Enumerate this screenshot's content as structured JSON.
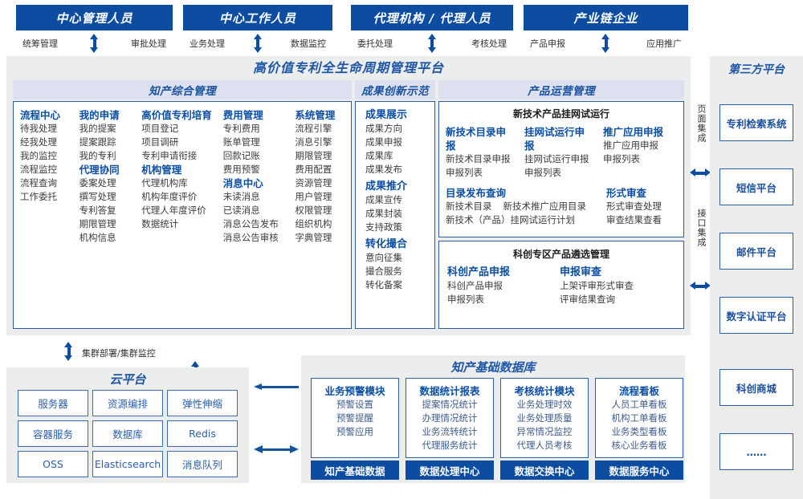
{
  "top_roles": [
    {
      "title": "中心管理人员",
      "left_label": "统筹管理",
      "right_label": "审批处理"
    },
    {
      "title": "中心工作人员",
      "left_label": "业务处理",
      "right_label": "数据监控"
    },
    {
      "title": "代理机构 / 代理人员",
      "left_label": "委托处理",
      "right_label": "考核处理"
    },
    {
      "title": "产业链企业",
      "left_label": "产品申报",
      "right_label": "应用推广"
    }
  ],
  "platform": {
    "title": "高价值专利全生命周期管理平台",
    "sections": {
      "ip_mgmt": {
        "band": "知产综合管理",
        "columns": [
          {
            "groups": [
              {
                "title": "流程中心",
                "items": [
                  "待我处理",
                  "经我处理",
                  "我的监控",
                  "流程监控",
                  "流程查询",
                  "工作委托"
                ]
              }
            ]
          },
          {
            "groups": [
              {
                "title": "我的申请",
                "items": [
                  "我的提案",
                  "提案跟踪",
                  "我的专利"
                ]
              },
              {
                "title": "代理协同",
                "items": [
                  "委案处理",
                  "撰写处理",
                  "专利答复",
                  "期限管理",
                  "机构信息"
                ]
              }
            ]
          },
          {
            "groups": [
              {
                "title": "高价值专利培育",
                "items": [
                  "项目登记",
                  "项目调研",
                  "专利申请衔接"
                ]
              },
              {
                "title": "机构管理",
                "items": [
                  "代理机构库",
                  "机构年度评价",
                  "代理人年度评价",
                  "数据统计"
                ]
              }
            ]
          },
          {
            "groups": [
              {
                "title": "费用管理",
                "items": [
                  "专利费用",
                  "账单管理",
                  "回款记账",
                  "费用预警"
                ]
              },
              {
                "title": "消息中心",
                "items": [
                  "未读消息",
                  "已读消息",
                  "消息公告发布",
                  "消息公告审核"
                ]
              }
            ]
          },
          {
            "groups": [
              {
                "title": "系统管理",
                "items": [
                  "流程引擎",
                  "消息引擎",
                  "期限管理",
                  "费用配置",
                  "资源管理",
                  "用户管理",
                  "权限管理",
                  "组织机构",
                  "字典管理"
                ]
              }
            ]
          }
        ]
      },
      "achievement": {
        "band": "成果创新示范",
        "groups": [
          {
            "title": "成果展示",
            "items": [
              "成果方向",
              "成果申报",
              "成果库",
              "成果发布"
            ]
          },
          {
            "title": "成果推介",
            "items": [
              "成果宣传",
              "成果封装",
              "支持政策"
            ]
          },
          {
            "title": "转化撮合",
            "items": [
              "意向征集",
              "撮合服务",
              "转化备案"
            ]
          }
        ]
      },
      "product_ops": {
        "band": "产品运营管理",
        "panel_a": {
          "header": "新技术产品挂网试运行",
          "row1": [
            {
              "title": "新技术目录申报",
              "items": [
                "新技术目录申报",
                "申报列表"
              ]
            },
            {
              "title": "挂网试运行申报",
              "items": [
                "挂网试运行申报",
                "申报列表"
              ]
            },
            {
              "title": "推广应用申报",
              "items": [
                "推广应用申报",
                "申报列表"
              ]
            }
          ],
          "row2_left": {
            "title": "目录发布查询",
            "items": [
              "新技术目录",
              "新技术推广应用目录",
              "新技术（产品）挂网试运行计划"
            ]
          },
          "row2_right": {
            "title": "形式审查",
            "items": [
              "形式审查处理",
              "审查结果查看"
            ]
          }
        },
        "panel_b": {
          "header": "科创专区产品遴选管理",
          "columns": [
            {
              "title": "科创产品申报",
              "items": [
                "科创产品申报",
                "申报列表"
              ]
            },
            {
              "title": "申报审查",
              "items": [
                "上架评审形式审查",
                "评审结果查询"
              ]
            }
          ]
        }
      }
    }
  },
  "integration": {
    "page_integration": "页面集成",
    "api_integration": "接口集成"
  },
  "third_party": {
    "title": "第三方平台",
    "items": [
      "专利检索系统",
      "短信平台",
      "邮件平台",
      "数字认证平台",
      "科创商城",
      "……"
    ]
  },
  "cluster_label": "集群部署/集群监控",
  "cloud": {
    "title": "云平台",
    "cells": [
      "服务器",
      "资源编排",
      "弹性伸缩",
      "容器服务",
      "数据库",
      "Redis",
      "OSS",
      "Elasticsearch",
      "消息队列"
    ]
  },
  "database": {
    "title": "知产基础数据库",
    "columns": [
      {
        "title": "业务预警模块",
        "items": [
          "预警设置",
          "预警提醒",
          "预警应用"
        ],
        "footer": "知产基础数据"
      },
      {
        "title": "数据统计报表",
        "items": [
          "提案情况统计",
          "办理情况统计",
          "业务流转统计",
          "代理服务统计"
        ],
        "footer": "数据处理中心"
      },
      {
        "title": "考核统计模块",
        "items": [
          "业务处理时效",
          "业务处理质量",
          "异常情况监控",
          "代理人员考核"
        ],
        "footer": "数据交换中心"
      },
      {
        "title": "流程看板",
        "items": [
          "人员工单看板",
          "机构工单看板",
          "业务类型看板",
          "核心业务看板"
        ],
        "footer": "数据服务中心"
      }
    ]
  },
  "colors": {
    "brand_blue": "#0c4da2",
    "band_blue": "#dde0ef",
    "panel_grey": "#eceded",
    "text_blue": "#1f56a5"
  }
}
